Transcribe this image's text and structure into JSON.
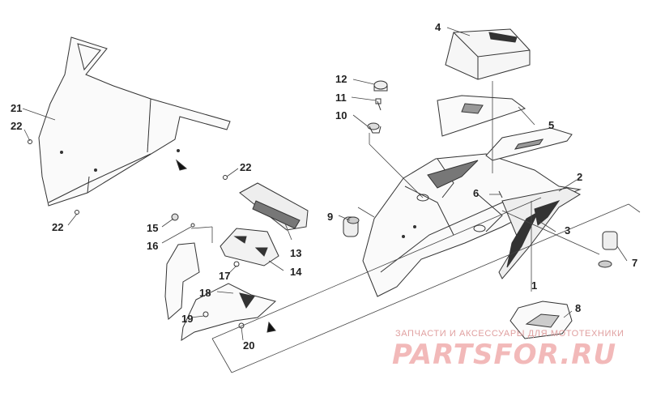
{
  "diagram": {
    "callouts": {
      "c1": "1",
      "c2": "2",
      "c3": "3",
      "c4": "4",
      "c5": "5",
      "c6": "6",
      "c7": "7",
      "c8": "8",
      "c9": "9",
      "c10": "10",
      "c11": "11",
      "c12": "12",
      "c13": "13",
      "c14": "14",
      "c15": "15",
      "c16": "16",
      "c17": "17",
      "c18": "18",
      "c19": "19",
      "c20": "20",
      "c21": "21",
      "c22a": "22",
      "c22b": "22",
      "c22c": "22"
    }
  },
  "watermark": {
    "tagline": "ЗАПЧАСТИ И АКСЕССУАРЫ ДЛЯ МОТОТЕХНИКИ",
    "logo": "PARTSFOR.RU"
  }
}
